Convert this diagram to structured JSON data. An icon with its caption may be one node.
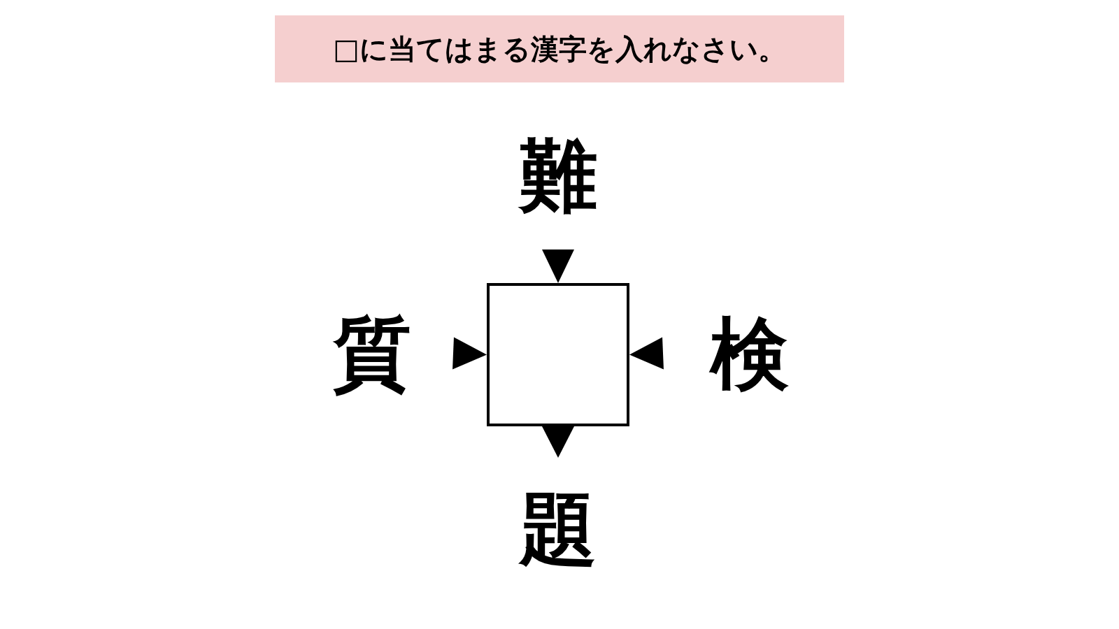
{
  "diagram": {
    "title": "□に当てはまる漢字を入れなさい。",
    "nodes": [
      {
        "text": [
          "難"
        ]
      },
      {
        "text": [
          "質"
        ]
      },
      {
        "text": [],
        "shape": "box"
      },
      {
        "text": [
          "検"
        ]
      },
      {
        "text": [
          "題"
        ]
      }
    ],
    "edges": [
      {
        "from": 0,
        "to": 2,
        "arrow": "to"
      },
      {
        "from": 1,
        "to": 2,
        "arrow": "to"
      },
      {
        "from": 3,
        "to": 2,
        "arrow": "to"
      },
      {
        "from": 2,
        "to": 4,
        "arrow": "to"
      }
    ]
  }
}
